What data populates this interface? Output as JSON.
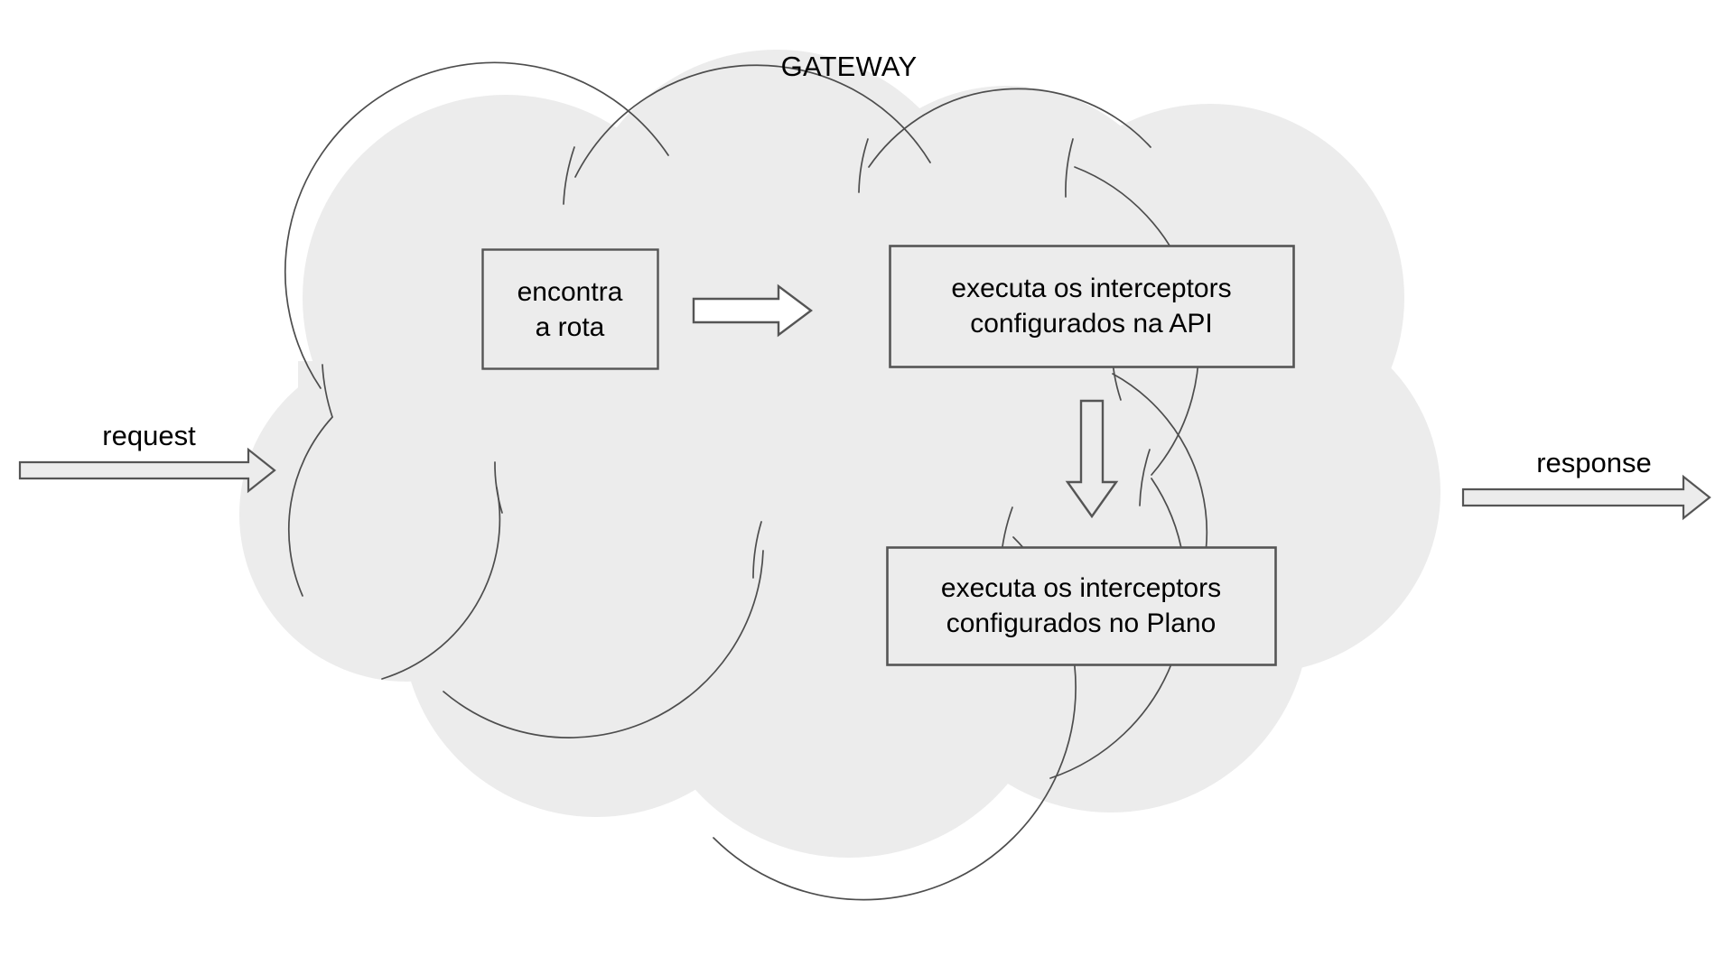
{
  "diagram": {
    "title": "GATEWAY",
    "type": "flow-diagram",
    "background_color": "#ffffff",
    "cloud": {
      "name": "gateway-cloud",
      "fill": "#ececec",
      "stroke": "#4d4d4d",
      "stroke_width": 1.6
    },
    "boxes": [
      {
        "id": "encontra-a-rota",
        "lines": [
          "encontra",
          "a rota"
        ],
        "fill": "#ececec",
        "stroke": "#555555"
      },
      {
        "id": "interceptors-api",
        "lines": [
          "executa os interceptors",
          "configurados na API"
        ],
        "fill": "#ececec",
        "stroke": "#555555"
      },
      {
        "id": "interceptors-plano",
        "lines": [
          "executa os interceptors",
          "configurados no Plano"
        ],
        "fill": "#ececec",
        "stroke": "#555555"
      }
    ],
    "arrows": [
      {
        "id": "request-arrow",
        "label": "request",
        "direction": "right",
        "fill": "#ececec",
        "stroke": "#555555"
      },
      {
        "id": "response-arrow",
        "label": "response",
        "direction": "right",
        "fill": "#ececec",
        "stroke": "#555555"
      },
      {
        "id": "route-to-api-arrow",
        "label": "",
        "direction": "right",
        "fill": "#ffffff",
        "stroke": "#555555"
      },
      {
        "id": "api-to-plan-arrow",
        "label": "",
        "direction": "down",
        "fill": "#ececec",
        "stroke": "#555555"
      }
    ]
  }
}
